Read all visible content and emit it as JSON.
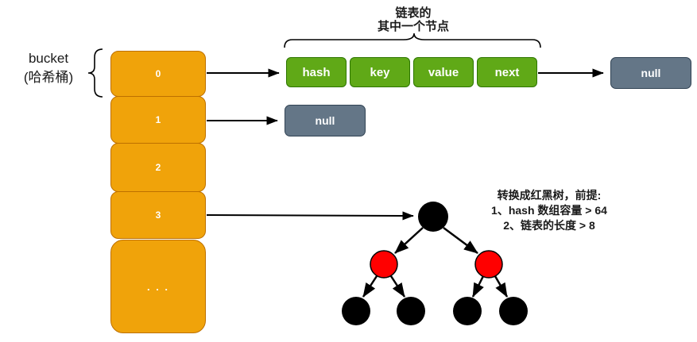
{
  "colors": {
    "bucket_fill": "#F0A30A",
    "bucket_stroke": "#BD7000",
    "node_fill": "#60A917",
    "node_stroke": "#2D7600",
    "null_fill": "#647687",
    "null_stroke": "#314354",
    "tree_black": "#000000",
    "tree_red": "#FF0000",
    "arrow": "#000000",
    "text": "#1A1A1A"
  },
  "bucket_label": {
    "line1": "bucket",
    "line2": "(哈希桶)"
  },
  "buckets": [
    {
      "label": "0"
    },
    {
      "label": "1"
    },
    {
      "label": "2"
    },
    {
      "label": "3"
    },
    {
      "label": ". . ."
    }
  ],
  "list_node": {
    "caption_line1": "链表的",
    "caption_line2": "其中一个节点",
    "fields": [
      "hash",
      "key",
      "value",
      "next"
    ],
    "tail": "null"
  },
  "bucket1_target": "null",
  "tree_note": {
    "line1": "转换成红黑树，前提:",
    "line2": "1、hash 数组容量 > 64",
    "line3": "2、链表的长度 > 8"
  }
}
